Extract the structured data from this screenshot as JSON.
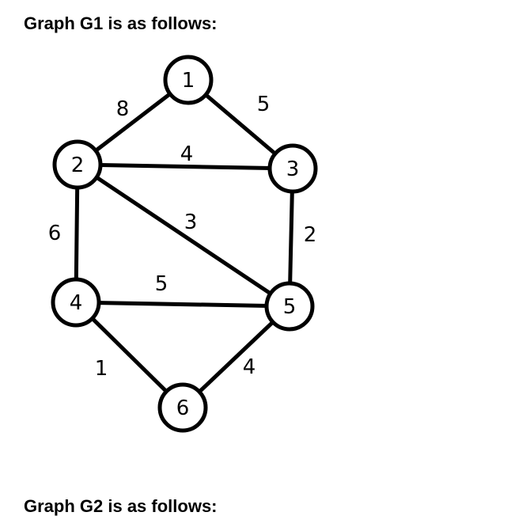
{
  "document": {
    "heading_g1": "Graph G1 is as follows:",
    "heading_g2": "Graph G2 is as follows:"
  },
  "graph_g1": {
    "nodes": [
      {
        "id": "1",
        "label": "1"
      },
      {
        "id": "2",
        "label": "2"
      },
      {
        "id": "3",
        "label": "3"
      },
      {
        "id": "4",
        "label": "4"
      },
      {
        "id": "5",
        "label": "5"
      },
      {
        "id": "6",
        "label": "6"
      }
    ],
    "edges": [
      {
        "from": "1",
        "to": "2",
        "weight": "8"
      },
      {
        "from": "1",
        "to": "3",
        "weight": "5"
      },
      {
        "from": "2",
        "to": "3",
        "weight": "4"
      },
      {
        "from": "2",
        "to": "5",
        "weight": "3"
      },
      {
        "from": "2",
        "to": "4",
        "weight": "6"
      },
      {
        "from": "3",
        "to": "5",
        "weight": "2"
      },
      {
        "from": "4",
        "to": "5",
        "weight": "5"
      },
      {
        "from": "4",
        "to": "6",
        "weight": "1"
      },
      {
        "from": "5",
        "to": "6",
        "weight": "4"
      }
    ]
  }
}
